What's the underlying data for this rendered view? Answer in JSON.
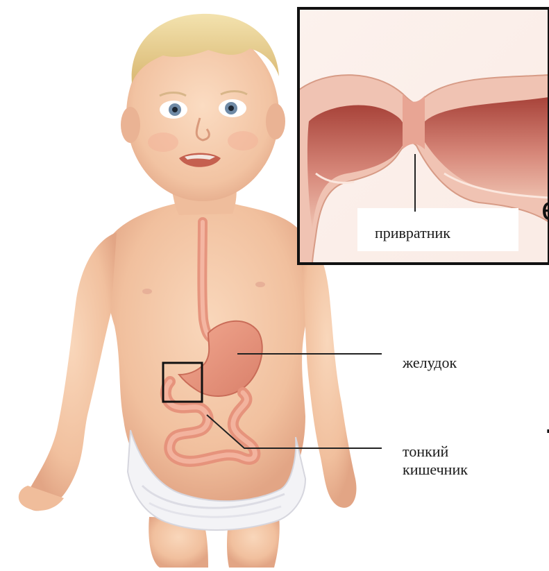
{
  "labels": {
    "pylorus": "привратник",
    "stomach": "желудок",
    "intestine_line1": "тонкий",
    "intestine_line2": "кишечник"
  },
  "edge_text": {
    "e": "e",
    "dot": "."
  },
  "colors": {
    "skin": "#f4c9a6",
    "skin_shadow": "#e3a584",
    "hair": "#e8cf8a",
    "organ": "#e8967c",
    "organ_inner": "#c45a4c",
    "diaper": "#f3f3f6",
    "inset_border": "#111111",
    "leader_line": "#222222"
  },
  "icons": {
    "figure": "child-anatomy-illustration",
    "inset": "pylorus-closeup",
    "highlight": "pylorus-location-box"
  }
}
